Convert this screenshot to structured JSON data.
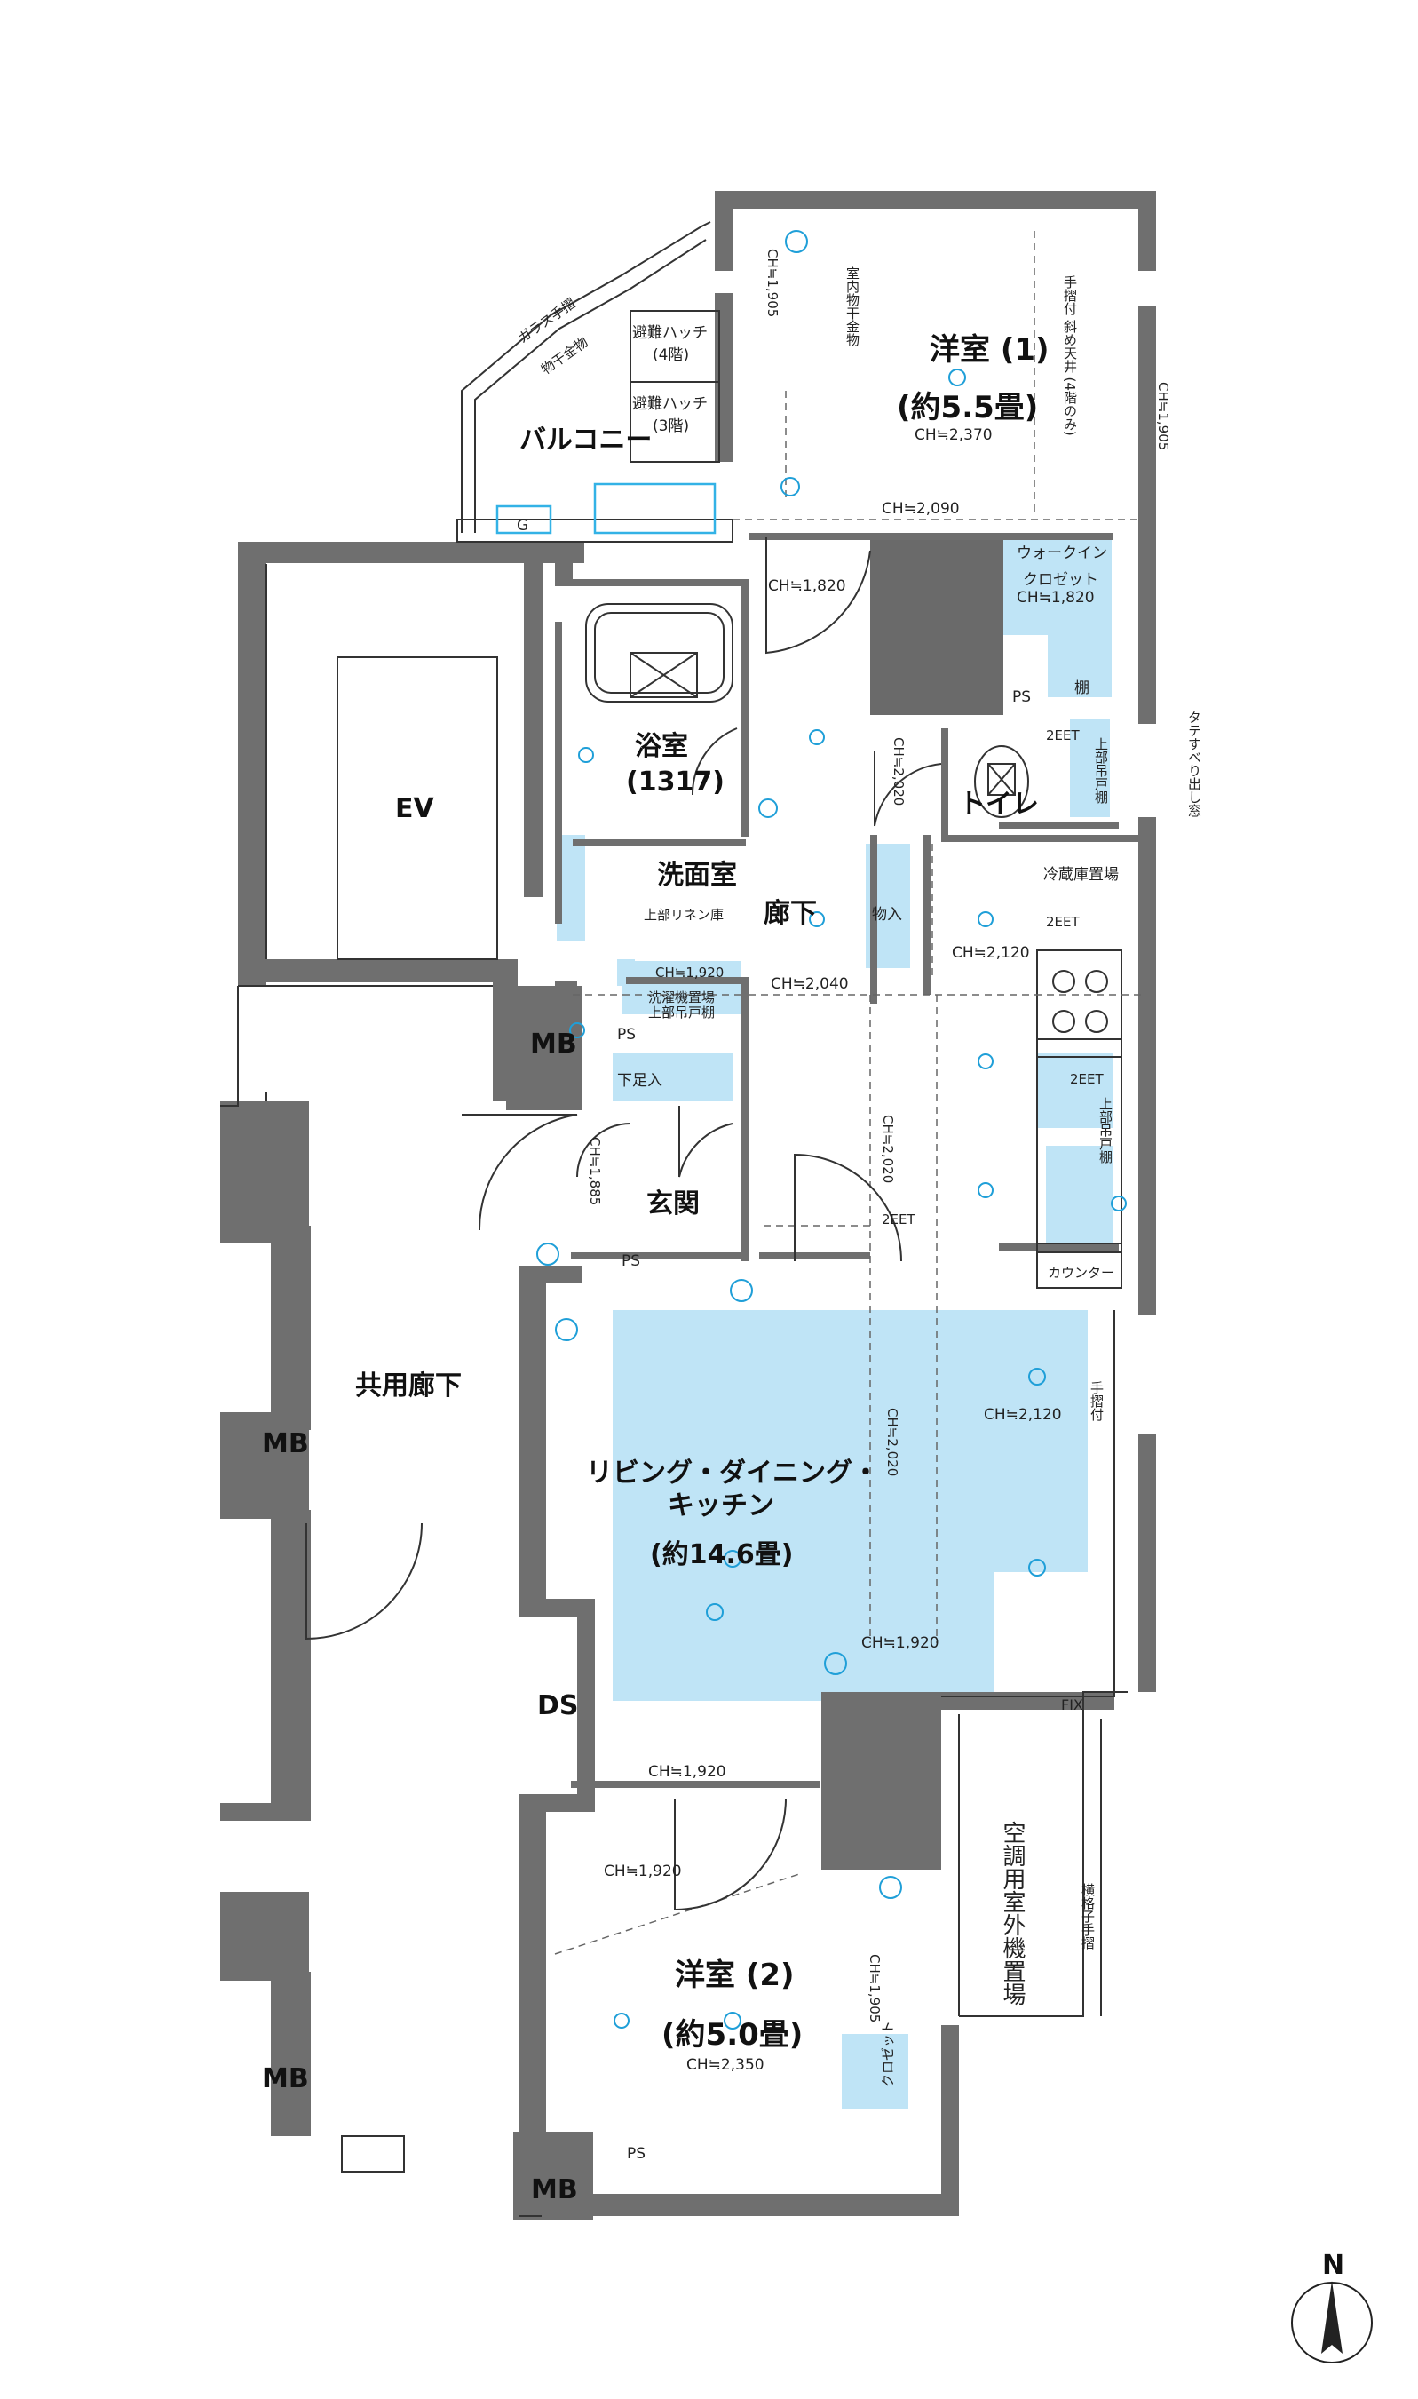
{
  "rooms": {
    "western1": {
      "name": "洋室 (1)",
      "size": "(約5.5畳)",
      "ch": "CH≒2,370"
    },
    "western2": {
      "name": "洋室 (2)",
      "size": "(約5.0畳)",
      "ch": "CH≒2,350"
    },
    "ldk": {
      "name1": "リビング・ダイニング・",
      "name2": "キッチン",
      "size": "(約14.6畳)"
    },
    "bath": {
      "name": "浴室",
      "size": "(1317)"
    },
    "washroom": {
      "name": "洗面室",
      "note": "上部リネン庫"
    },
    "toilet": "トイレ",
    "hall": "廊下",
    "entrance": "玄関",
    "balcony": "バルコニー",
    "walkin": {
      "line1": "ウォークイン",
      "line2": "クロゼット",
      "ch": "CH≒1,820"
    },
    "common_hall": "共用廊下",
    "ev": "EV",
    "ac_area": "空調用室外機置場",
    "storage": "物入",
    "shoe": "下足入",
    "fridge": "冷蔵庫置場",
    "laundry": {
      "line1": "洗濯機置場",
      "line2": "上部吊戸棚"
    },
    "counter": "カウンター",
    "closet2": "クロゼット",
    "shelf": "棚"
  },
  "labels": {
    "mb": "MB",
    "ps": "PS",
    "ds": "DS",
    "fix": "FIX",
    "g": "G",
    "glass_rail": "ガラス手摺",
    "lattice_rail": "横格子手摺",
    "hatch4": {
      "line1": "避難ハッチ",
      "line2": "(4階)"
    },
    "hatch3": {
      "line1": "避難ハッチ",
      "line2": "(3階)"
    },
    "drying_rod": "物干金物",
    "indoor_drying": "室内物干金物",
    "slanted_ceiling": "手摺付 斜め天井 (4階のみ)",
    "tilt_window": "タテすべり出し窓",
    "handrail": "手摺付",
    "upper_cabinet": "上部吊戸棚",
    "eet": "2EET",
    "north": "N"
  },
  "ceilings": {
    "c1905a": "CH≒1,905",
    "c1905b": "CH≒1,905",
    "c1905c": "CH≒1,905",
    "c2090": "CH≒2,090",
    "c1820": "CH≒1,820",
    "c2020a": "CH≒2,020",
    "c2020b": "CH≒2,020",
    "c2020c": "CH≒2,020",
    "c2120a": "CH≒2,120",
    "c2120b": "CH≒2,120",
    "c2040": "CH≒2,040",
    "c1920a": "CH≒1,920",
    "c1920b": "CH≒1,920",
    "c1920c": "CH≒1,920",
    "c1920d": "CH≒1,920",
    "c1885": "CH≒1,885"
  },
  "colors": {
    "wall": "#6f6f6f",
    "accent": "#bfe4f6",
    "fixture": "#33b2e6"
  }
}
